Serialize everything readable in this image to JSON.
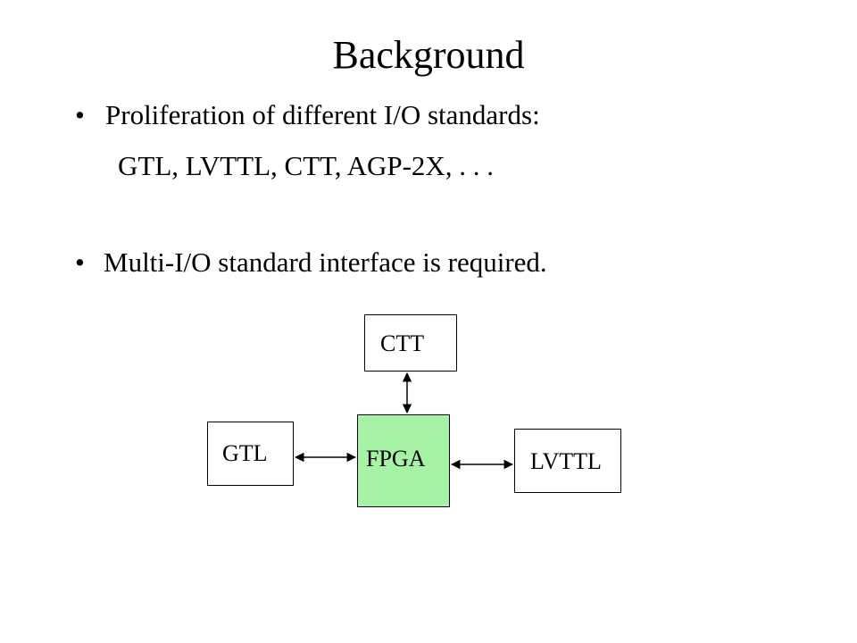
{
  "slide": {
    "title": "Background",
    "bullets": [
      {
        "marker": "•",
        "text": "Proliferation of different I/O standards:"
      },
      {
        "marker": "•",
        "text": "Multi-I/O standard interface is required."
      }
    ],
    "sub_line": "GTL, LVTTL, CTT, AGP-2X, . . ."
  },
  "diagram": {
    "nodes": {
      "ctt": {
        "label": "CTT",
        "fill": "#ffffff"
      },
      "gtl": {
        "label": "GTL",
        "fill": "#ffffff"
      },
      "fpga": {
        "label": "FPGA",
        "fill": "#a6f3a6"
      },
      "lvttl": {
        "label": "LVTTL",
        "fill": "#ffffff"
      }
    },
    "edges": [
      {
        "from": "fpga",
        "to": "ctt",
        "style": "bidirectional"
      },
      {
        "from": "fpga",
        "to": "gtl",
        "style": "bidirectional"
      },
      {
        "from": "fpga",
        "to": "lvttl",
        "style": "bidirectional"
      }
    ]
  }
}
